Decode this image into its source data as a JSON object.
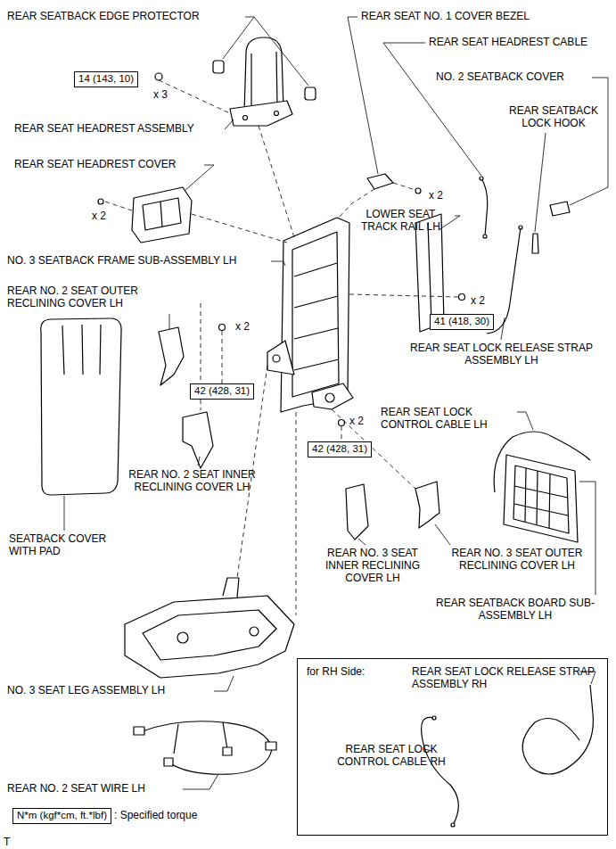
{
  "diagram": {
    "nodes": [
      {
        "text": [
          "14 (143, 10)"
        ]
      },
      {
        "text": [
          "41 (418, 30)"
        ]
      },
      {
        "text": [
          "42 (428, 31)"
        ]
      },
      {
        "text": [
          "42 (428, 31)"
        ]
      },
      {
        "text": [
          "N*m (kgf*cm, ft.*lbf)"
        ]
      },
      {
        "text": [
          "for RH Side:",
          "REAR SEAT LOCK RELEASE STRAP ASSEMBLY RH",
          "REAR SEAT LOCK CONTROL CABLE RH"
        ]
      }
    ],
    "labels": [
      "REAR SEATBACK EDGE PROTECTOR",
      "REAR SEAT NO. 1 COVER BEZEL",
      "REAR SEAT HEADREST CABLE",
      "NO. 2 SEATBACK COVER",
      "REAR SEATBACK LOCK HOOK",
      "x 3",
      "REAR SEAT HEADREST ASSEMBLY",
      "REAR SEAT HEADREST COVER",
      "x 2",
      "x 2",
      "LOWER SEAT TRACK RAIL LH",
      "NO. 3 SEATBACK FRAME SUB-ASSEMBLY LH",
      "REAR NO. 2 SEAT OUTER RECLINING COVER LH",
      "x 2",
      "x 2",
      "REAR SEAT LOCK RELEASE STRAP ASSEMBLY LH",
      "x 2",
      "REAR SEAT LOCK CONTROL CABLE LH",
      "REAR NO. 2 SEAT INNER RECLINING COVER LH",
      "SEATBACK COVER WITH PAD",
      "REAR NO. 3 SEAT INNER RECLINING COVER LH",
      "REAR NO. 3 SEAT OUTER RECLINING COVER LH",
      "REAR SEATBACK BOARD SUB-ASSEMBLY LH",
      "NO. 3 SEAT LEG ASSEMBLY LH",
      "REAR NO. 2 SEAT WIRE LH",
      ": Specified torque",
      "T"
    ]
  }
}
